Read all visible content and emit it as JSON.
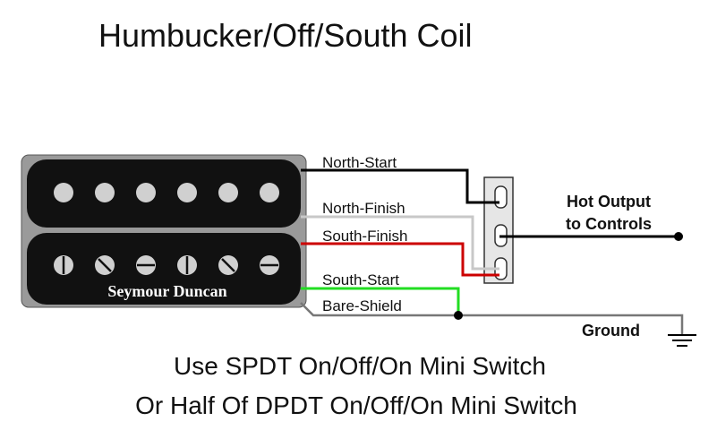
{
  "title": "Humbucker/Off/South Coil",
  "pickup": {
    "brand": "Seymour Duncan"
  },
  "wires": {
    "north_start": "North-Start",
    "north_finish": "North-Finish",
    "south_finish": "South-Finish",
    "south_start": "South-Start",
    "bare_shield": "Bare-Shield"
  },
  "outputs": {
    "hot_line1": "Hot Output",
    "hot_line2": "to Controls",
    "ground": "Ground"
  },
  "notes": {
    "line1": "Use SPDT On/Off/On Mini Switch",
    "line2": "Or Half Of DPDT On/Off/On Mini Switch"
  },
  "colors": {
    "north_start": "#000000",
    "north_finish": "#c8c8c8",
    "south_finish": "#cc0000",
    "south_start": "#22dd22",
    "bare_shield": "#777777",
    "pickup_body": "#111111",
    "pickup_frame": "#9a9a9a"
  }
}
